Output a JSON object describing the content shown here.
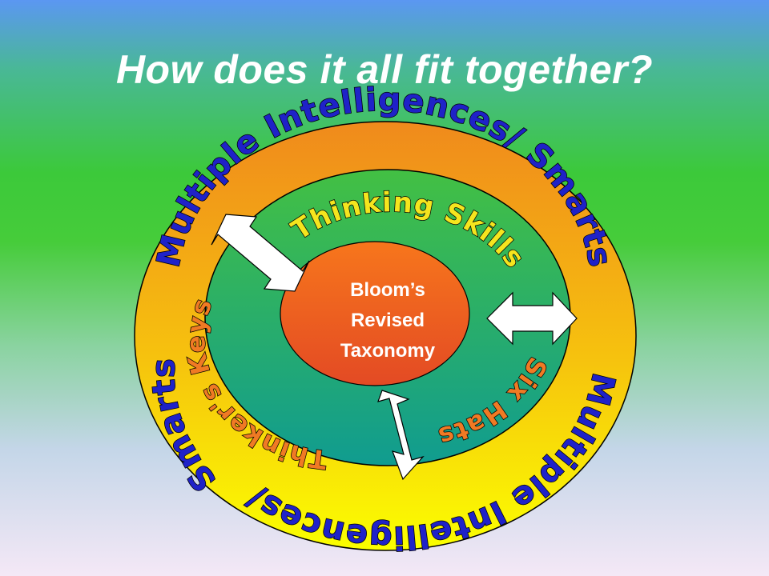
{
  "slide": {
    "title": "How does it all fit together?"
  },
  "diagram": {
    "outer_ring": {
      "top_label": "Multiple Intelligences/ Smarts",
      "right_label": "Multiple Intelligences/",
      "left_label": "Smarts"
    },
    "middle_ring": {
      "top_label": "Thinking Skills",
      "right_label": "Six Hats",
      "left_label": "Thinker's Keys"
    },
    "center": {
      "line1": "Bloom’s",
      "line2": "Revised",
      "line3": "Taxonomy"
    },
    "colors": {
      "outer_ring_top": "#f08a1c",
      "outer_ring_bottom": "#fbff00",
      "middle_ring_top": "#43c043",
      "middle_ring_bottom": "#109c90",
      "center_top": "#f7761c",
      "center_bottom": "#e34a24",
      "outer_ring_text": "#1f22c8",
      "middle_ring_title_text": "#f5e51e",
      "middle_ring_side_text": "#f07a24",
      "arrow_fill": "#ffffff"
    }
  }
}
